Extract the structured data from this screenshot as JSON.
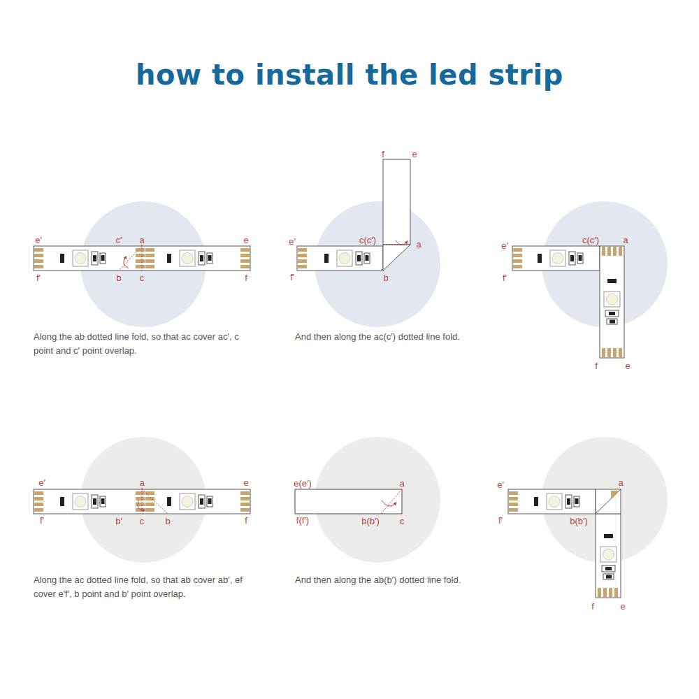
{
  "diagram": {
    "title": "how to install the led strip",
    "labels": [
      "e′",
      "c′",
      "a",
      "e",
      "f′",
      "b",
      "c",
      "f",
      "f",
      "e",
      "e′",
      "c(c′)",
      "a",
      "f′",
      "b",
      "e′",
      "c(c′)",
      "a",
      "f′",
      "f",
      "e",
      "Along the ab dotted line fold, so that ac cover ac′, c point and c′ point overlap.",
      "And then along the ac(c′) dotted line fold.",
      "e′",
      "a",
      "e",
      "f′",
      "b′",
      "c",
      "b",
      "f",
      "e(e′)",
      "a",
      "f(f′)",
      "b(b′)",
      "c",
      "e′",
      "a",
      "f′",
      "b(b′)",
      "f",
      "e",
      "Along the ac dotted line fold, so that ab cover ab′, ef cover e′f′, b point and b′ point overlap.",
      "And then along the ab(b′) dotted line fold."
    ]
  }
}
